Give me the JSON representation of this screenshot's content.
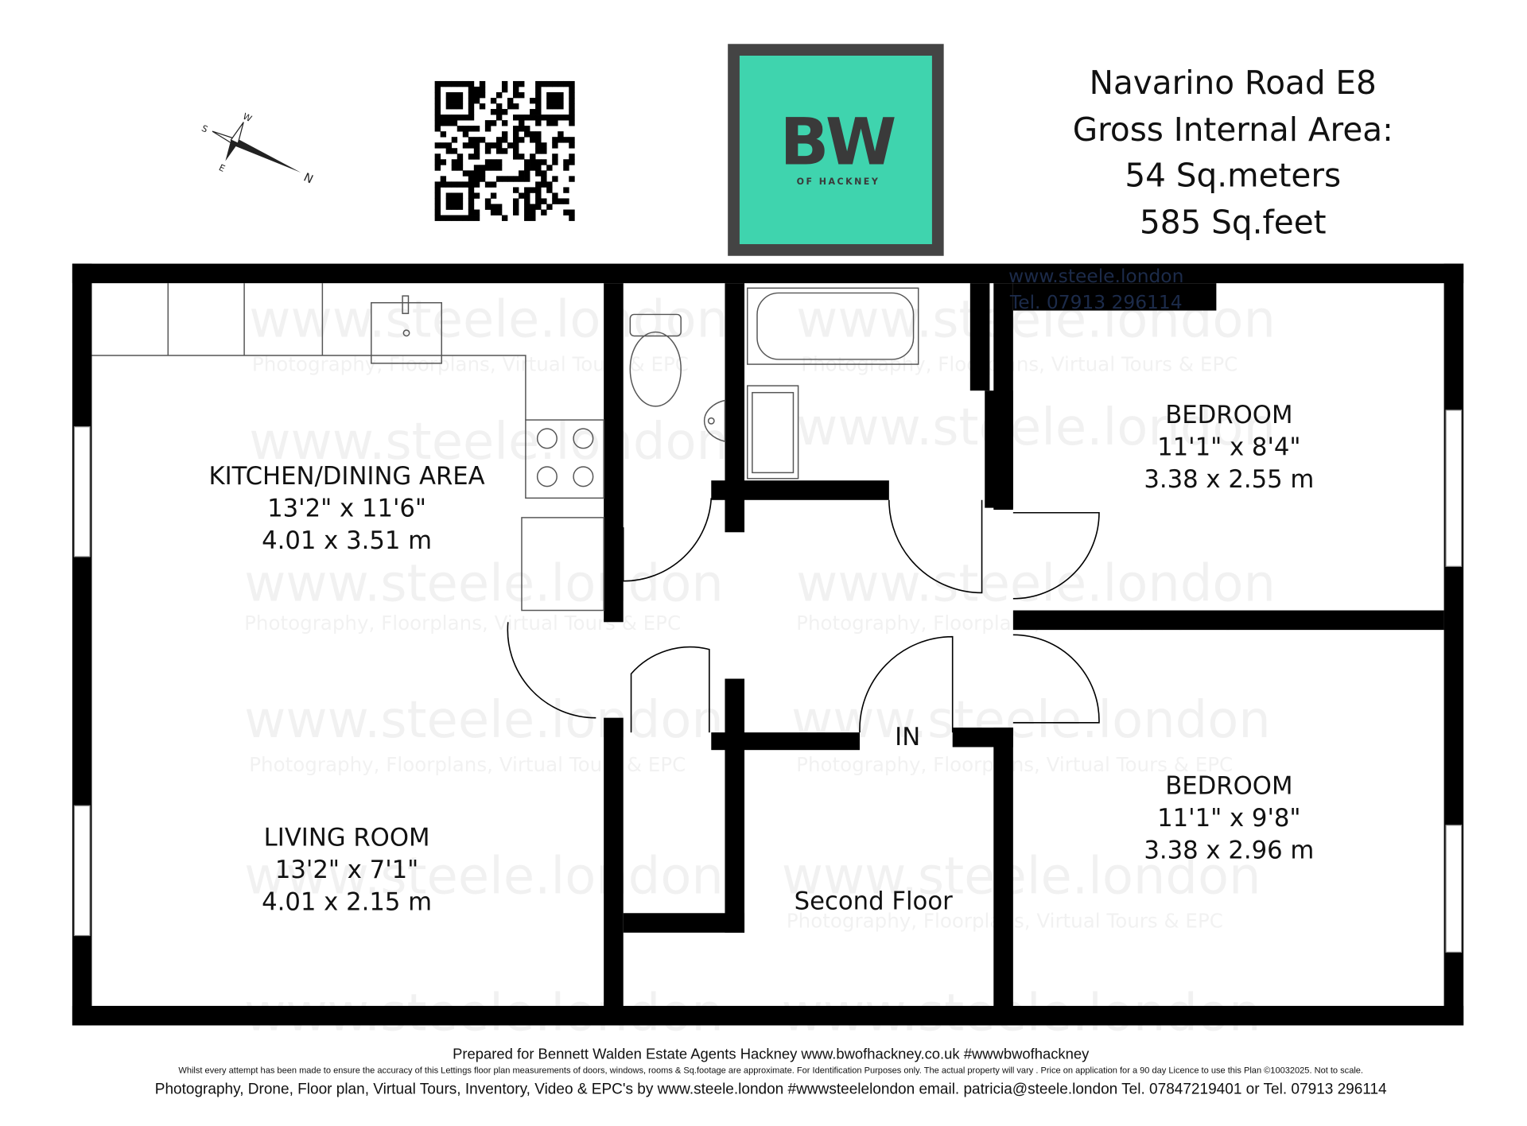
{
  "header": {
    "address": "Navarino Road E8",
    "area_label": "Gross Internal Area:",
    "area_sqm": "54 Sq.meters",
    "area_sqft": "585 Sq.feet"
  },
  "logo": {
    "mark": "BW",
    "sub": "OF HACKNEY",
    "bg_color": "#3fd4ae",
    "frame_color": "#444444"
  },
  "compass": {
    "n": "N",
    "s": "S",
    "e": "E",
    "w": "W"
  },
  "stamp": {
    "site": "www.steele.london",
    "tel": "Tel. 07913 296114"
  },
  "watermark": {
    "site": "www.steele.london",
    "tagline": "Photography, Floorplans, Virtual Tours & EPC"
  },
  "rooms": [
    {
      "name": "KITCHEN/DINING AREA",
      "imperial": "13'2\" x 11'6\"",
      "metric": "4.01 x 3.51 m"
    },
    {
      "name": "LIVING ROOM",
      "imperial": "13'2\" x 7'1\"",
      "metric": "4.01 x 2.15 m"
    },
    {
      "name": "BEDROOM",
      "imperial": "11'1\" x 8'4\"",
      "metric": "3.38 x 2.55 m"
    },
    {
      "name": "BEDROOM",
      "imperial": "11'1\" x 9'8\"",
      "metric": "3.38 x 2.96 m"
    }
  ],
  "entrance_label": "IN",
  "floor_label": "Second Floor",
  "footer": {
    "prepared": "Prepared for Bennett Walden Estate Agents Hackney   www.bwofhackney.co.uk #wwwbwofhackney",
    "disclaimer": "Whilst every attempt has been made to ensure the accuracy of this Lettings floor plan measurements of doors, windows, rooms & Sq.footage are approximate. For Identification Purposes only. The actual property will vary . Price on application for a 90 day Licence to use this Plan ©10032025. Not to scale.",
    "contact": "Photography, Drone,  Floor plan,  Virtual Tours,  Inventory,  Video  &  EPC's   by www.steele.london   #wwwsteelelondon email. patricia@steele.london   Tel. 07847219401 or Tel. 07913 296114"
  }
}
